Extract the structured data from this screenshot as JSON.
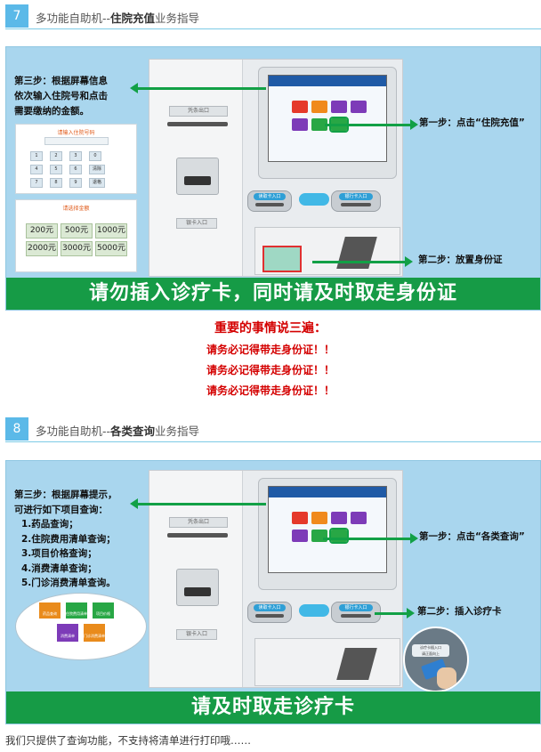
{
  "section7": {
    "number": "7",
    "title_prefix": "多功能自助机--",
    "title_bold": "住院充值",
    "title_suffix": "业务指导",
    "step3_lines": [
      "第三步：根据屏幕信息",
      "依次输入住院号和点击",
      "需要缴纳的金额。"
    ],
    "step1": "第一步：点击“住院充值”",
    "step2": "第二步：放置身份证",
    "input_card_title": "请输入住院号码",
    "keypad": [
      "1",
      "2",
      "3",
      "0",
      "4",
      "5",
      "6",
      "清除",
      "7",
      "8",
      "9",
      "退格"
    ],
    "amount_card_title": "请选择金额",
    "amounts": [
      "200元",
      "500元",
      "1000元",
      "2000元",
      "3000元",
      "5000元"
    ],
    "kiosk_print_label": "凭条出口",
    "kiosk_card_label": "银卡入口",
    "reader_labels": [
      "读取卡入口",
      "银行卡入口"
    ],
    "banner": "请勿插入诊疗卡，同时请及时取走身份证"
  },
  "warnings": {
    "heading": "重要的事情说三遍：",
    "lines": [
      "请务必记得带走身份证！！",
      "请务必记得带走身份证！！",
      "请务必记得带走身份证！！"
    ]
  },
  "section8": {
    "number": "8",
    "title_prefix": "多功能自助机--",
    "title_bold": "各类查询",
    "title_suffix": "业务指导",
    "step3_lines": [
      "第三步：根据屏幕提示，",
      "可进行如下项目查询：",
      "1.药品查询；",
      "2.住院费用清单查询；",
      "3.项目价格查询；",
      "4.消费清单查询；",
      "5.门诊消费清单查询。"
    ],
    "step1": "第一步：点击“各类查询”",
    "step2": "第二步：插入诊疗卡",
    "menu_tiles": [
      "药品查询",
      "住院费用清单",
      "项目价格",
      "消费清单",
      "门诊消费清单"
    ],
    "kiosk_print_label": "凭条出口",
    "kiosk_card_label": "银卡入口",
    "reader_labels": [
      "读取卡入口",
      "银行卡入口"
    ],
    "card_labels": [
      "诊疗卡插入口",
      "请正面向上"
    ],
    "banner": "请及时取走诊疗卡"
  },
  "footer": "我们只提供了查询功能，不支持将清单进行打印哦……",
  "colors": {
    "accent": "#5bb9e8",
    "banner": "#169b46",
    "arrow": "#12a046",
    "warn": "#d40000",
    "panel": "#a9d6ee"
  }
}
